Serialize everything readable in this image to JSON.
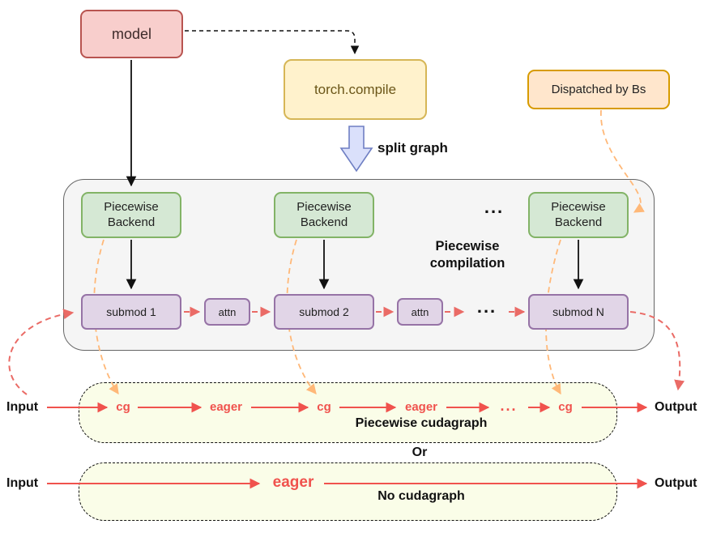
{
  "nodes": {
    "model": "model",
    "torch_compile": "torch.compile",
    "dispatched": "Dispatched by Bs",
    "split_graph_label": "split graph",
    "backend_label": "Piecewise\nBackend",
    "compilation_label": "Piecewise\ncompilation",
    "submods": [
      "submod 1",
      "submod 2",
      "submod N"
    ],
    "attn_label": "attn",
    "ellipsis": "..."
  },
  "cudagraph_row": {
    "input": "Input",
    "output": "Output",
    "steps": [
      "cg",
      "eager",
      "cg",
      "eager",
      "...",
      "cg"
    ],
    "label": "Piecewise cudagraph"
  },
  "or_label": "Or",
  "eager_row": {
    "input": "Input",
    "output": "Output",
    "eager": "eager",
    "label": "No cudagraph"
  },
  "colors": {
    "model_fill": "#f8cecc",
    "model_stroke": "#b85450",
    "torch_fill": "#fff2cc",
    "torch_stroke": "#d6b656",
    "dispatched_fill": "#ffe6cc",
    "dispatched_stroke": "#d79b00",
    "backend_fill": "#d5e8d4",
    "backend_stroke": "#82b366",
    "submod_fill": "#e1d5e7",
    "submod_stroke": "#9673a6",
    "container_fill": "#f5f5f5",
    "container_stroke": "#666666",
    "strip_fill": "#fafde8",
    "red_arrow": "#ea6b66",
    "red_text": "#f0524d",
    "orange_arrow": "#ffb878",
    "split_arrow_fill": "#dae0fb",
    "split_arrow_stroke": "#6f7fc3"
  }
}
